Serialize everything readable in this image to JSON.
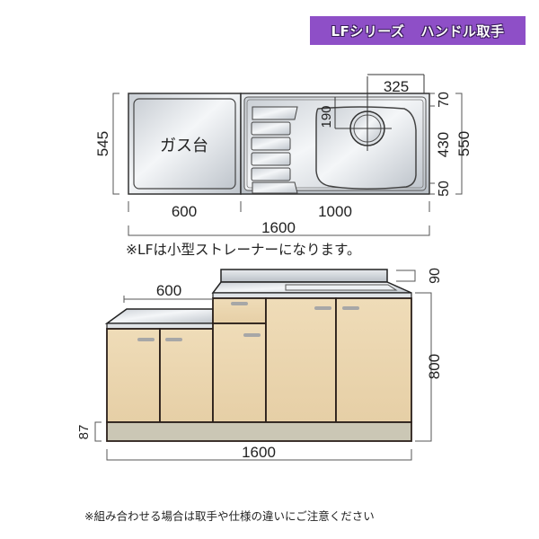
{
  "header": {
    "series_label": "LFシリーズ",
    "handle_label": "ハンドル取手"
  },
  "top_view": {
    "gas_area_label": "ガス台",
    "dims": {
      "depth_left": "545",
      "width_gas": "600",
      "width_sink": "1000",
      "width_total": "1600",
      "drain_offset_x": "325",
      "drain_offset_y": "190",
      "back_edge": "70",
      "bowl_depth": "430",
      "front_edge": "50",
      "depth_right": "550"
    }
  },
  "strainer_note": "※LFは小型ストレーナーになります。",
  "front_view": {
    "dims": {
      "gas_width": "600",
      "backsplash": "90",
      "height": "800",
      "plinth": "87",
      "total_width": "1600"
    }
  },
  "footer_note": "※組み合わせる場合は取手や仕様の違いにご注意ください",
  "colors": {
    "badge": "#8e4fc7",
    "wood": "#ecd7b2",
    "plinth": "#cbc7b5",
    "steel": "#d9dde2",
    "outline": "#2a1f1a",
    "handle": "#a7a7a7"
  }
}
